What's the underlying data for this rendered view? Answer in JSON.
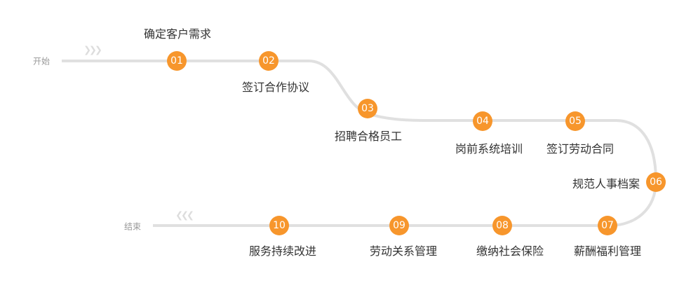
{
  "colors": {
    "accent": "#f7962c",
    "track": "#e0e0e0"
  },
  "start_label": "开始",
  "end_label": "结束",
  "forward_arrows": "❯❯❯",
  "back_arrows": "❮❮❮",
  "steps": [
    {
      "num": "01",
      "label": "确定客户需求"
    },
    {
      "num": "02",
      "label": "签订合作协议"
    },
    {
      "num": "03",
      "label": "招聘合格员工"
    },
    {
      "num": "04",
      "label": "岗前系统培训"
    },
    {
      "num": "05",
      "label": "签订劳动合同"
    },
    {
      "num": "06",
      "label": "规范人事档案"
    },
    {
      "num": "07",
      "label": "薪酬福利管理"
    },
    {
      "num": "08",
      "label": "缴纳社会保险"
    },
    {
      "num": "09",
      "label": "劳动关系管理"
    },
    {
      "num": "10",
      "label": "服务持续改进"
    }
  ]
}
